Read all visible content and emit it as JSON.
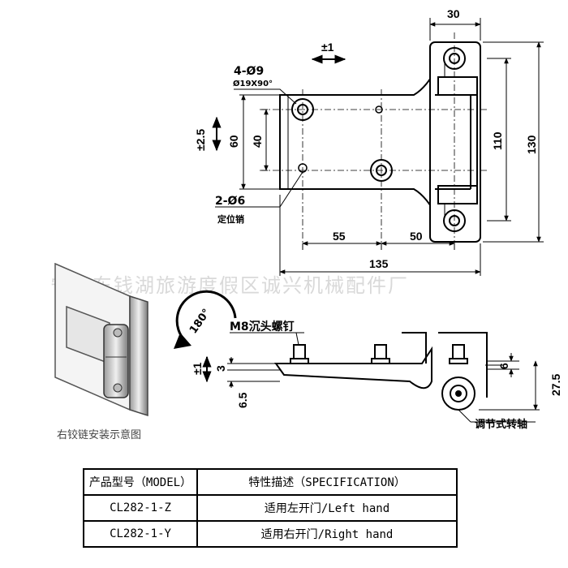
{
  "dimensions": {
    "top_width": "30",
    "play_horizontal": "±1",
    "hole_spec": "4-Ø9",
    "countersink": "Ø19X90°",
    "play_vertical": "±2.5",
    "height_60": "60",
    "height_40": "40",
    "height_110": "110",
    "height_130": "130",
    "pin_spec": "2-Ø6",
    "pin_label": "定位销",
    "span_55": "55",
    "span_50": "50",
    "width_135": "135",
    "rotation": "180°",
    "screw_label": "M8沉头螺钉",
    "play_vertical_side": "±1",
    "side_3": "3",
    "side_6_5": "6.5",
    "side_6": "6",
    "side_27_5": "27.5",
    "axle_label": "调节式转轴"
  },
  "watermark": "宁波东钱湖旅游度假区诚兴机械配件厂",
  "caption": "右铰链安装示意图",
  "table": {
    "header_model": "产品型号（MODEL）",
    "header_spec": "特性描述（SPECIFICATION）",
    "rows": [
      {
        "model": "CL282-1-Z",
        "spec": "适用左开门/Left hand"
      },
      {
        "model": "CL282-1-Y",
        "spec": "适用右开门/Right hand"
      }
    ]
  }
}
